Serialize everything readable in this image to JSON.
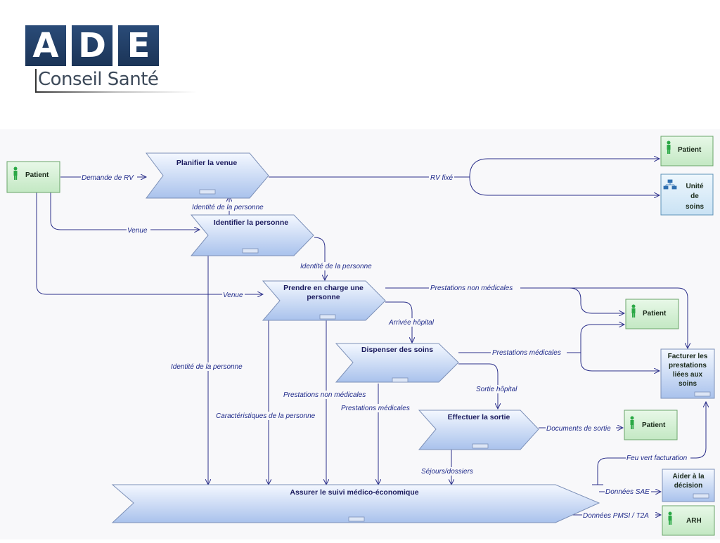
{
  "logo": {
    "letters": [
      "A",
      "D",
      "E"
    ],
    "subtitle": "Conseil Santé"
  },
  "processes": {
    "planifier": "Planifier la venue",
    "identifier": "Identifier la personne",
    "prendre_l1": "Prendre en charge une",
    "prendre_l2": "personne",
    "dispenser": "Dispenser des soins",
    "sortie": "Effectuer la sortie",
    "suivi": "Assurer le suivi médico-économique"
  },
  "actors": {
    "patient": "Patient",
    "unite_l1": "Unité",
    "unite_l2": "de",
    "unite_l3": "soins",
    "facturer_l1": "Facturer les",
    "facturer_l2": "prestations",
    "facturer_l3": "liées aux",
    "facturer_l4": "soins",
    "aider_l1": "Aider à la",
    "aider_l2": "décision",
    "arh": "ARH"
  },
  "flows": {
    "demande_rv": "Demande de RV",
    "rv_fixe": "RV fixé",
    "identite_personne": "Identité de la personne",
    "venue": "Venue",
    "prestations_non_medicales": "Prestations non médicales",
    "arrivee_hopital": "Arrivée hôpital",
    "prestations_medicales": "Prestations médicales",
    "sortie_hopital": "Sortie hôpital",
    "caracteristiques": "Caractéristiques de la personne",
    "documents_sortie": "Documents de sortie",
    "sejours_dossiers": "Séjours/dossiers",
    "feu_vert": "Feu vert facturation",
    "donnees_sae": "Données SAE",
    "donnees_pmsi": "Données PMSI / T2A"
  },
  "colors": {
    "process_top": "#f4f8ff",
    "process_bottom": "#a9c2ec",
    "process_stroke": "#7c90b8",
    "actor_fill": "#d4f0d4",
    "actor_stroke": "#6aa56a",
    "org_fill": "#d8ecf8",
    "org_stroke": "#5f93b8",
    "line": "#2b2f8a"
  }
}
